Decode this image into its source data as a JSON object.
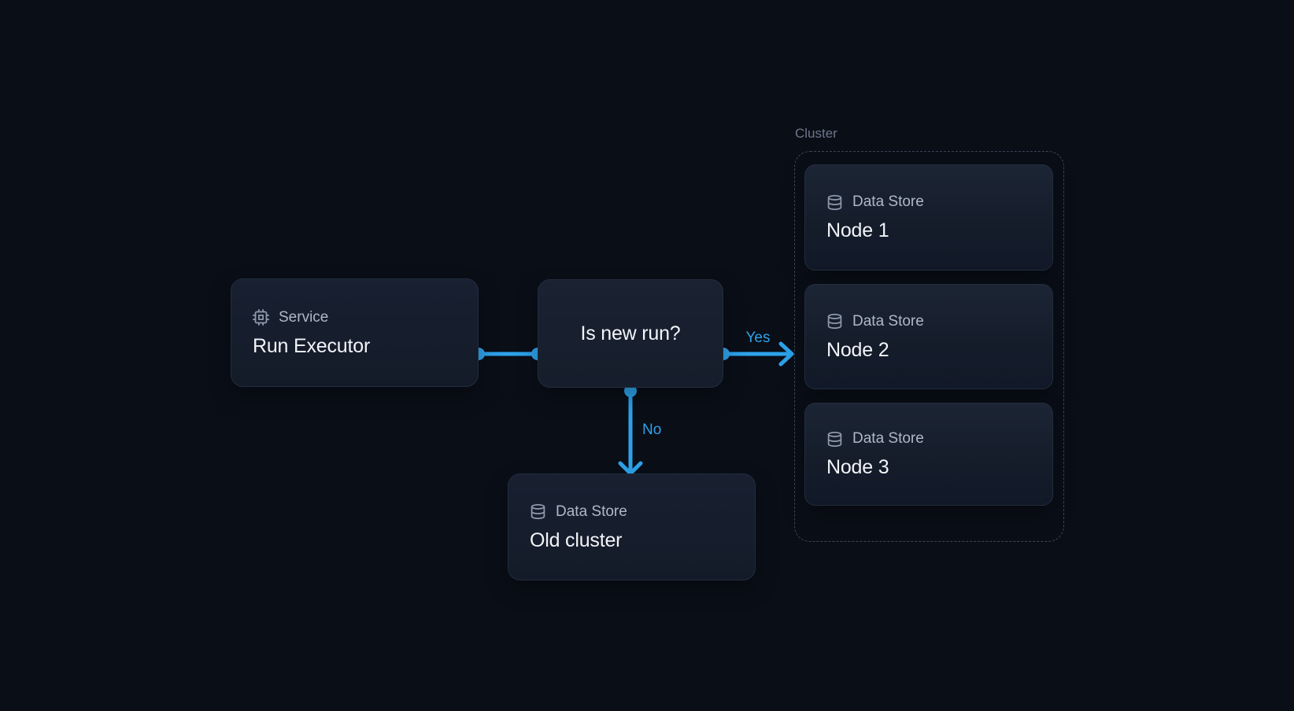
{
  "diagram": {
    "background_color": "#0a0e17",
    "accent_color": "#2da2ea",
    "card_background_color": "#182031",
    "card_border_color": "#232d3e",
    "cluster_border_color": "#3b4657",
    "service_node": {
      "icon": "cpu-icon",
      "type_label": "Service",
      "title": "Run Executor"
    },
    "decision_node": {
      "title": "Is new run?"
    },
    "old_cluster_node": {
      "icon": "database-icon",
      "type_label": "Data Store",
      "title": "Old cluster"
    },
    "cluster": {
      "label": "Cluster",
      "nodes": [
        {
          "icon": "database-icon",
          "type_label": "Data Store",
          "title": "Node 1"
        },
        {
          "icon": "database-icon",
          "type_label": "Data Store",
          "title": "Node 2"
        },
        {
          "icon": "database-icon",
          "type_label": "Data Store",
          "title": "Node 3"
        }
      ]
    },
    "edges": {
      "yes_label": "Yes",
      "no_label": "No"
    }
  }
}
